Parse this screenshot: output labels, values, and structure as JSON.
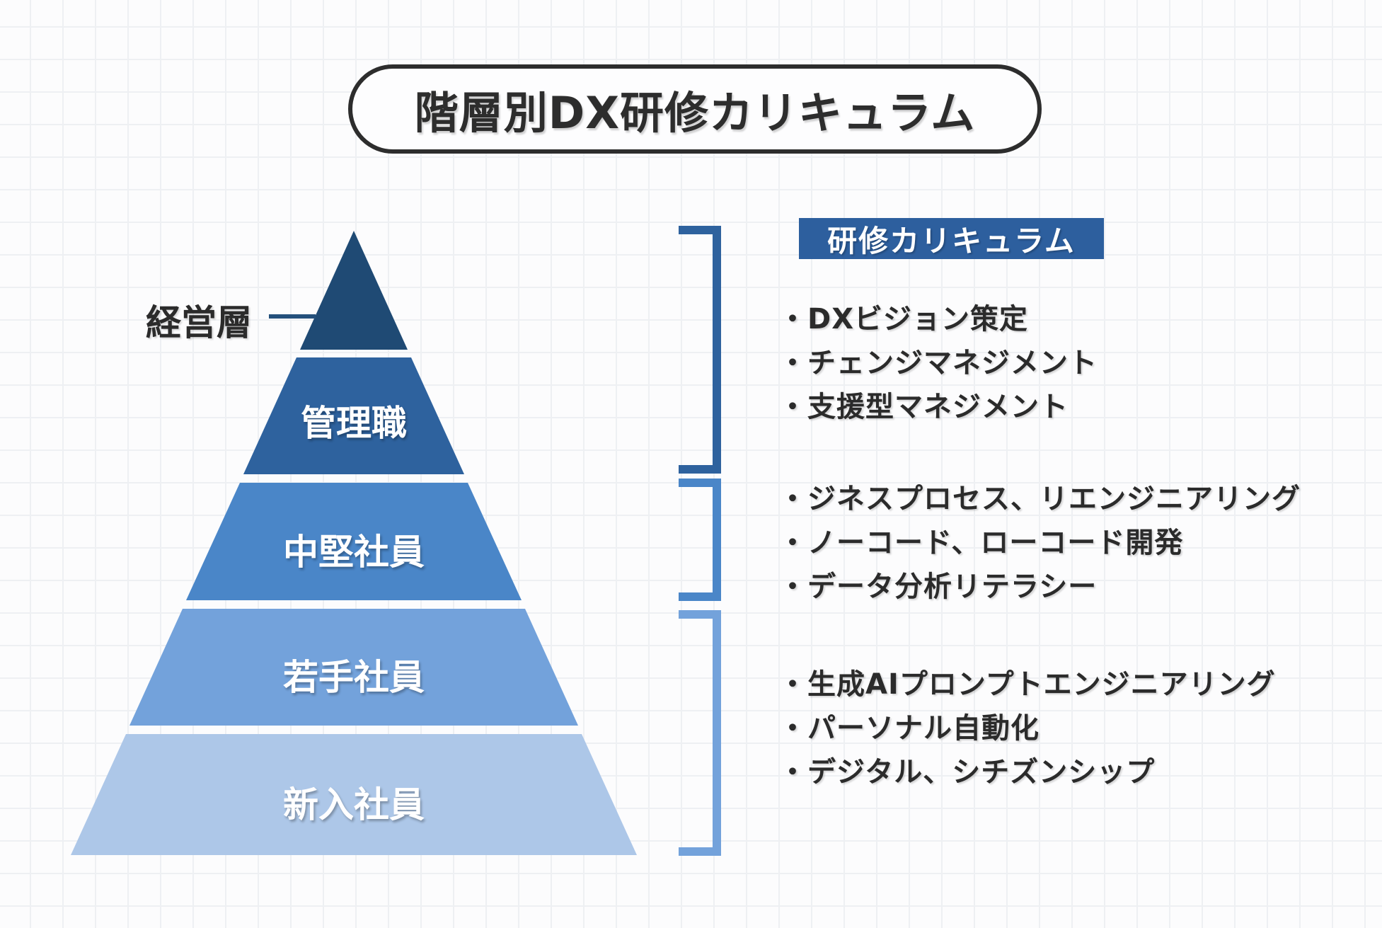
{
  "title": "階層別DX研修カリキュラム",
  "background": {
    "base_color": "#fcfcfd",
    "grid_line_color": "#eef0f3"
  },
  "pyramid": {
    "connector_color": "#24507c",
    "levels": [
      {
        "label": "経営層",
        "color": "#1f4a74",
        "label_position": "external-left"
      },
      {
        "label": "管理職",
        "color": "#2e629e",
        "label_position": "inside"
      },
      {
        "label": "中堅社員",
        "color": "#4a86c8",
        "label_position": "inside"
      },
      {
        "label": "若手社員",
        "color": "#73a2db",
        "label_position": "inside"
      },
      {
        "label": "新入社員",
        "color": "#adc7e8",
        "label_position": "inside"
      }
    ]
  },
  "curriculum": {
    "header": "研修カリキュラム",
    "header_bg": "#2d5f9e",
    "header_text_color": "#ffffff",
    "groups": [
      {
        "bracket_color": "#2e629e",
        "items": [
          "・DXビジョン策定",
          "・チェンジマネジメント",
          "・支援型マネジメント"
        ]
      },
      {
        "bracket_color": "#4a86c8",
        "items": [
          "・ジネスプロセス、リエンジニアリング",
          "・ノーコード、ローコード開発",
          "・データ分析リテラシー"
        ]
      },
      {
        "bracket_color": "#73a2db",
        "items": [
          "・生成AIプロンプトエンジニアリング",
          "・パーソナル自動化",
          "・デジタル、シチズンシップ"
        ]
      }
    ]
  }
}
